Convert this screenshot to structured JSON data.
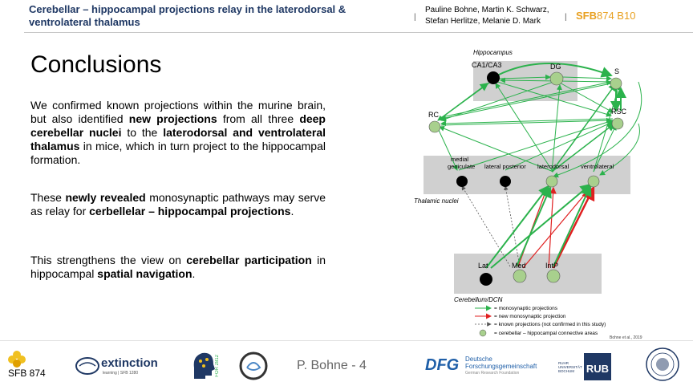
{
  "header": {
    "title": "Cerebellar – hippocampal projections relay in the laterodorsal & ventrolateral thalamus",
    "authors_line1": "Pauline Bohne, Martin K. Schwarz,",
    "authors_line2": "Stefan Herlitze, Melanie D. Mark",
    "sfb_bold": "SFB",
    "sfb_rest": "874 B10"
  },
  "slide": {
    "title": "Conclusions",
    "para1": [
      {
        "t": "We confirmed known projections within the murine brain, but also identified ",
        "b": false
      },
      {
        "t": "new projections",
        "b": true
      },
      {
        "t": " from all three ",
        "b": false
      },
      {
        "t": "deep cerebellar nuclei",
        "b": true
      },
      {
        "t": " to the ",
        "b": false
      },
      {
        "t": "laterodorsal and ventrolateral thalamus",
        "b": true
      },
      {
        "t": " in mice, which in turn project to the hippocampal formation.",
        "b": false
      }
    ],
    "para2": [
      {
        "t": "These ",
        "b": false
      },
      {
        "t": "newly revealed",
        "b": true
      },
      {
        "t": " monosynaptic pathways may serve as relay for ",
        "b": false
      },
      {
        "t": "cerbellelar – hippocampal projections",
        "b": true
      },
      {
        "t": ".",
        "b": false
      }
    ],
    "para3": [
      {
        "t": "This strengthens the view on ",
        "b": false
      },
      {
        "t": "cerebellar participation",
        "b": true
      },
      {
        "t": " in hippocampal ",
        "b": false
      },
      {
        "t": "spatial navigation",
        "b": true
      },
      {
        "t": ".",
        "b": false
      }
    ]
  },
  "diagram": {
    "hippocampus_label": "Hippocampus",
    "thalamic_label": "Thalamic nuclei",
    "cerebellum_label": "Cerebellum/DCN",
    "nodes": {
      "ca1": "CA1/CA3",
      "dg": "DG",
      "s": "S",
      "rc": "RC",
      "rsc": "RSC",
      "mg": [
        "medial",
        "geniculate"
      ],
      "lp": "lateral posterior",
      "ld": "laterodorsal",
      "vl": "ventrolateral",
      "lat": "Lat",
      "med": "Med",
      "intp": "IntP"
    },
    "legend": [
      {
        "label": "= monosynaptic projections",
        "color": "#2bb24c"
      },
      {
        "label": "= new monosynaptic projection",
        "color": "#e02020"
      },
      {
        "label": "= known projections (not confirmed in this study)",
        "color": "#555555"
      },
      {
        "label": "= cerebellar – hippocampal connective areas",
        "color": "#a8d08d"
      }
    ],
    "citation": "Bohne et al., 2019",
    "colors": {
      "green": "#2bb24c",
      "red": "#e02020",
      "node_fill": "#a8d08d",
      "node_dark": "#000000",
      "box": "#d0d0d0"
    }
  },
  "footer": {
    "page": "P. Bohne - 4",
    "logos": {
      "sfb": "SFB 874",
      "extinction": "extinction",
      "extinction_sub": "learning | SFB 1280",
      "for": "FOR 2812",
      "dfg": "DFG",
      "dfg_text1": "Deutsche",
      "dfg_text2": "Forschungsgemeinschaft",
      "dfg_text3": "German Research Foundation",
      "rub_small1": "RUHR",
      "rub_small2": "UNIVERSITÄT",
      "rub_small3": "BOCHUM",
      "rub": "RUB"
    }
  }
}
